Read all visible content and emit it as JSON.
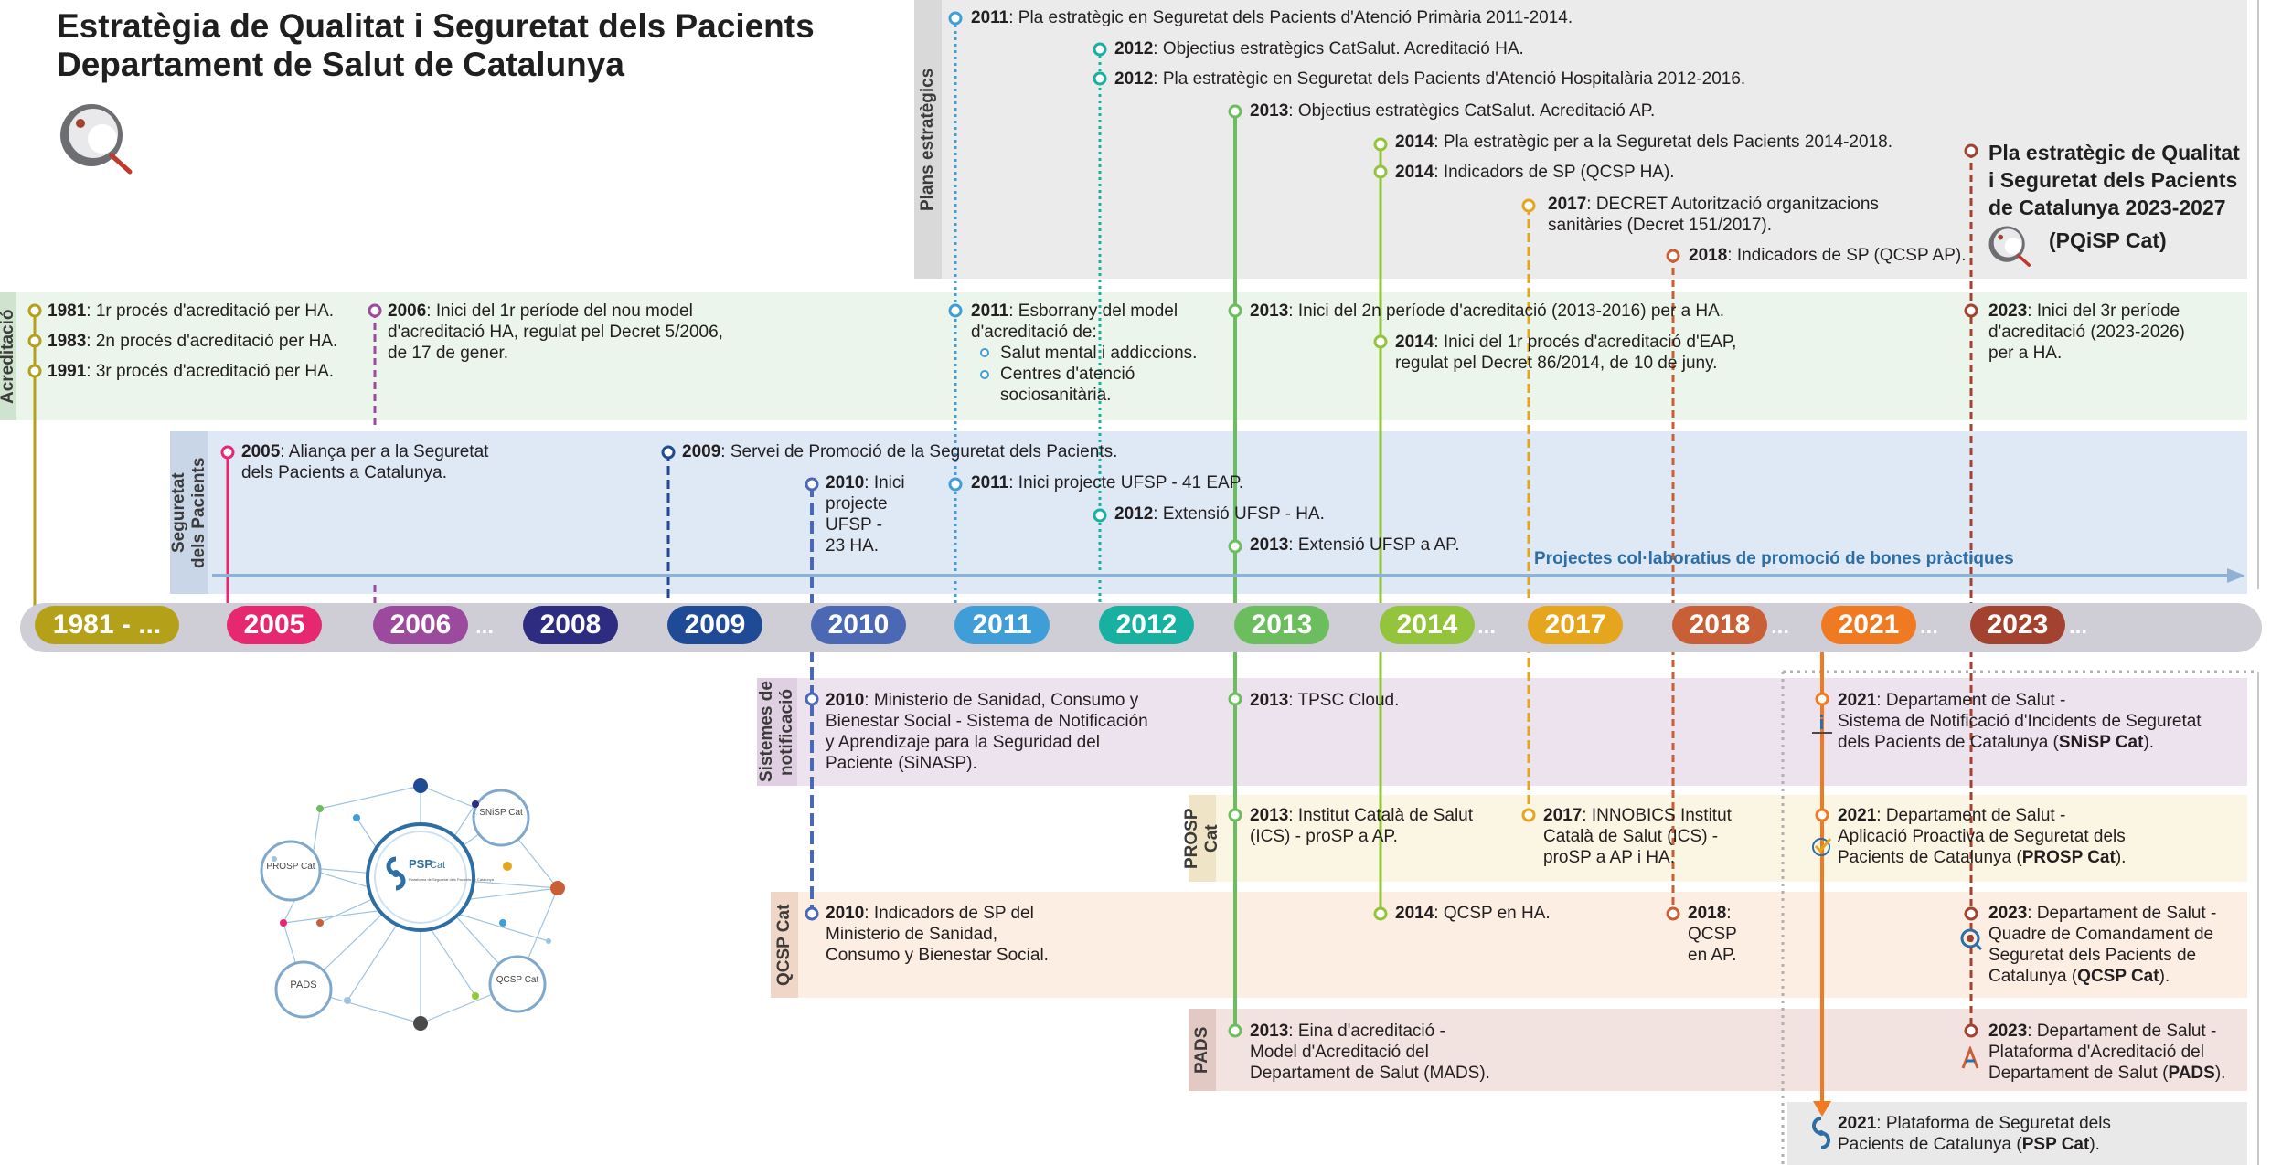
{
  "title_line1": "Estratègia de Qualitat i Seguretat dels Pacients",
  "title_line2": "Departament de Salut de Catalunya",
  "bands": {
    "plans": "Plans estratègics",
    "acreditacio": "Acreditació",
    "seguretat_line1": "Seguretat",
    "seguretat_line2": "dels Pacients",
    "sistemes_line1": "Sistemes de",
    "sistemes_line2": "notificació",
    "prosp": "PROSP Cat",
    "qcsp": "QCSP Cat",
    "pads": "PADS"
  },
  "years": [
    "1981 - ...",
    "2005",
    "2006",
    "2008",
    "2009",
    "2010",
    "2011",
    "2012",
    "2013",
    "2014",
    "2017",
    "2018",
    "2021",
    "2023"
  ],
  "ellipsis": "...",
  "colors": {
    "y1981": "#b5a019",
    "y2005": "#e5286f",
    "y2006": "#9c4a9d",
    "y2008": "#2e2c80",
    "y2009": "#1e4a96",
    "y2010": "#4a68b3",
    "y2011": "#3f9ed8",
    "y2012": "#18b0a0",
    "y2013": "#6cbd5e",
    "y2014": "#93c43b",
    "y2017": "#e5a51d",
    "y2018": "#c85f36",
    "y2021": "#ef7a22",
    "y2023": "#a3432f",
    "plans_bg": "#ebebeb",
    "acred_bg": "#ecf5ec",
    "seg_bg": "#dfe8f5",
    "sist_bg": "#ede3ef",
    "prosp_bg": "#fbf5e3",
    "qcsp_bg": "#fdeee3",
    "pads_bg": "#f3e3e0",
    "psp_bg": "#e9e9e9",
    "axis": "#cfcdd6",
    "arrow": "#8fb1d3",
    "arrow_text": "#2d6ea4"
  },
  "plans": [
    {
      "year": "2011",
      "text": ": Pla estratègic en Seguretat dels Pacients d'Atenció Primària 2011-2014."
    },
    {
      "year": "2012",
      "text": ": Objectius estratègics CatSalut. Acreditació HA."
    },
    {
      "year": "2012",
      "text": ": Pla estratègic en Seguretat dels Pacients d'Atenció Hospitalària 2012-2016."
    },
    {
      "year": "2013",
      "text": ": Objectius estratègics CatSalut. Acreditació AP."
    },
    {
      "year": "2014",
      "text": ": Pla estratègic per a la Seguretat dels Pacients 2014-2018."
    },
    {
      "year": "2014",
      "text": ": Indicadors de SP (QCSP HA)."
    },
    {
      "year": "2017",
      "text": ": DECRET Autorització organitzacions",
      "text2": "sanitàries (Decret 151/2017)."
    },
    {
      "year": "2018",
      "text": ": Indicadors de SP (QCSP AP)."
    }
  ],
  "pqisp": {
    "line1": "Pla estratègic de Qualitat",
    "line2": "i Seguretat dels Pacients",
    "line3": "de Catalunya 2023-2027",
    "line4": "(PQiSP Cat)"
  },
  "acreditacio": {
    "a1981": "1981",
    "t1981": ": 1r procés d'acreditació per HA.",
    "a1983": "1983",
    "t1983": ": 2n procés d'acreditació per HA.",
    "a1991": "1991",
    "t1991": ": 3r procés d'acreditació per HA.",
    "a2006": "2006",
    "t2006a": ": Inici del 1r període del nou model",
    "t2006b": "d'acreditació HA, regulat pel Decret 5/2006,",
    "t2006c": "de 17 de gener.",
    "a2011": "2011",
    "t2011a": ": Esborrany del model",
    "t2011b": "d'acreditació de:",
    "t2011c": "Salut mental i addiccions.",
    "t2011d": "Centres d'atenció",
    "t2011e": "sociosanitària.",
    "a2013": "2013",
    "t2013": ": Inici del 2n període d'acreditació (2013-2016) per a HA.",
    "a2014": "2014",
    "t2014a": ": Inici del 1r procés d'acreditació d'EAP,",
    "t2014b": "regulat pel Decret 86/2014, de 10 de juny.",
    "a2023": "2023",
    "t2023a": ": Inici del 3r període",
    "t2023b": "d'acreditació (2023-2026)",
    "t2023c": "per a HA."
  },
  "seguretat": {
    "a2005": "2005",
    "t2005a": ": Aliança per a la Seguretat",
    "t2005b": "dels Pacients a Catalunya.",
    "a2009": "2009",
    "t2009": ": Servei de Promoció de la Seguretat dels Pacients.",
    "a2010": "2010",
    "t2010a": ": Inici",
    "t2010b": "projecte",
    "t2010c": "UFSP -",
    "t2010d": "23 HA.",
    "a2011": "2011",
    "t2011": ": Inici projecte UFSP - 41 EAP.",
    "a2012": "2012",
    "t2012": ": Extensió UFSP - HA.",
    "a2013": "2013",
    "t2013": ": Extensió UFSP a AP.",
    "arrow_label": "Projectes col·laboratius de promoció de bones pràctiques"
  },
  "sistemes": {
    "a2010": "2010",
    "t2010a": ": Ministerio de Sanidad, Consumo y",
    "t2010b": "Bienestar Social - Sistema de Notificación",
    "t2010c": "y Aprendizaje para la Seguridad del",
    "t2010d": "Paciente (SiNASP).",
    "a2013": "2013",
    "t2013": ": TPSC Cloud.",
    "a2021": "2021",
    "t2021a": ": Departament de Salut -",
    "t2021b": "Sistema de Notificació d'Incidents de Seguretat",
    "t2021c": "dels Pacients de Catalunya (",
    "t2021d": "SNiSP Cat",
    "t2021e": ")."
  },
  "prosp": {
    "a2013": "2013",
    "t2013a": ": Institut Català de Salut",
    "t2013b": "(ICS) - proSP a AP.",
    "a2017": "2017",
    "t2017a": ": INNOBICS Institut",
    "t2017b": "Català de Salut (ICS) -",
    "t2017c": "proSP a AP i HA.",
    "a2021": "2021",
    "t2021a": ": Departament de Salut -",
    "t2021b": "Aplicació Proactiva de Seguretat dels",
    "t2021c": "Pacients de Catalunya (",
    "t2021d": "PROSP Cat",
    "t2021e": ")."
  },
  "qcsp": {
    "a2010": "2010",
    "t2010a": ": Indicadors de SP del",
    "t2010b": "Ministerio de Sanidad,",
    "t2010c": "Consumo y Bienestar Social.",
    "a2014": "2014",
    "t2014": ": QCSP en HA.",
    "a2018": "2018",
    "t2018a": ":",
    "t2018b": "QCSP",
    "t2018c": "en AP.",
    "a2023": "2023",
    "t2023a": ": Departament de Salut -",
    "t2023b": "Quadre de Comandament de",
    "t2023c": "Seguretat dels Pacients de",
    "t2023d": "Catalunya (",
    "t2023e": "QCSP Cat",
    "t2023f": ")."
  },
  "pads": {
    "a2013": "2013",
    "t2013a": ": Eina d'acreditació -",
    "t2013b": "Model d'Acreditació del",
    "t2013c": "Departament de Salut (MADS).",
    "a2023": "2023",
    "t2023a": ": Departament de Salut -",
    "t2023b": "Plataforma d'Acreditació del",
    "t2023c": "Departament de Salut (",
    "t2023d": "PADS",
    "t2023e": ")."
  },
  "psp": {
    "a2021": "2021",
    "t2021a": ": Plataforma de Seguretat dels",
    "t2021b": "Pacients de Catalunya (",
    "t2021c": "PSP Cat",
    "t2021d": ")."
  },
  "network": {
    "center_title": "PSP",
    "center_sub": "Cat",
    "center_caption": "Plataforma de Seguretat dels Pacients de Catalunya",
    "node_snisp": "SNiSP Cat",
    "node_prosp": "PROSP Cat",
    "node_pads": "PADS",
    "node_qcsp": "QCSP Cat"
  },
  "icons": [
    "magnifier-icon",
    "info-icon",
    "check-icon",
    "gauge-icon",
    "pads-icon",
    "psp-logo-icon"
  ]
}
